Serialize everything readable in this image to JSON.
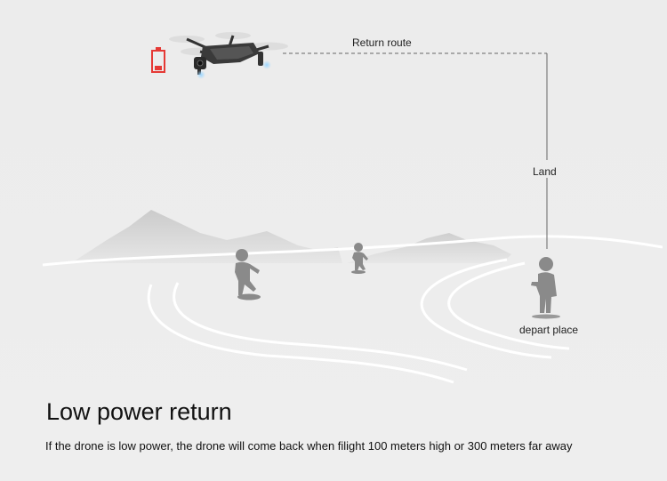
{
  "labels": {
    "return_route": "Return route",
    "land": "Land",
    "depart_place": "depart place"
  },
  "heading": {
    "title": "Low power return",
    "description": "If the drone is low power, the drone will come back when filight 100 meters high or 300 meters far away"
  },
  "colors": {
    "battery_alert": "#e53935",
    "route_line": "#666666",
    "silhouette": "#8a8a8a",
    "mountains": "#cfcfcf"
  }
}
